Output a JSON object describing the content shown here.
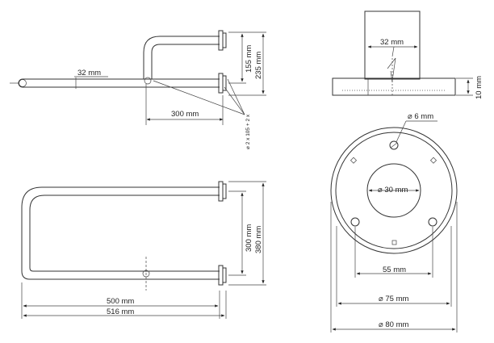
{
  "dimensions": {
    "tube_diameter": "32 mm",
    "depth": "155 mm",
    "total_depth": "235 mm",
    "mounting_width": "300 mm",
    "screw_spec": "⌀ 2 x 105 + 2 x",
    "rosette_tube": "32 mm",
    "rosette_thickness": "10 mm",
    "hole_diameter": "⌀ 6 mm",
    "inner_diameter": "⌀ 30 mm",
    "hole_spacing": "55 mm",
    "diameter_75": "⌀ 75 mm",
    "diameter_80": "⌀ 80 mm",
    "height_300": "300 mm",
    "height_380": "380 mm",
    "length_500": "500 mm",
    "length_516": "516 mm"
  }
}
